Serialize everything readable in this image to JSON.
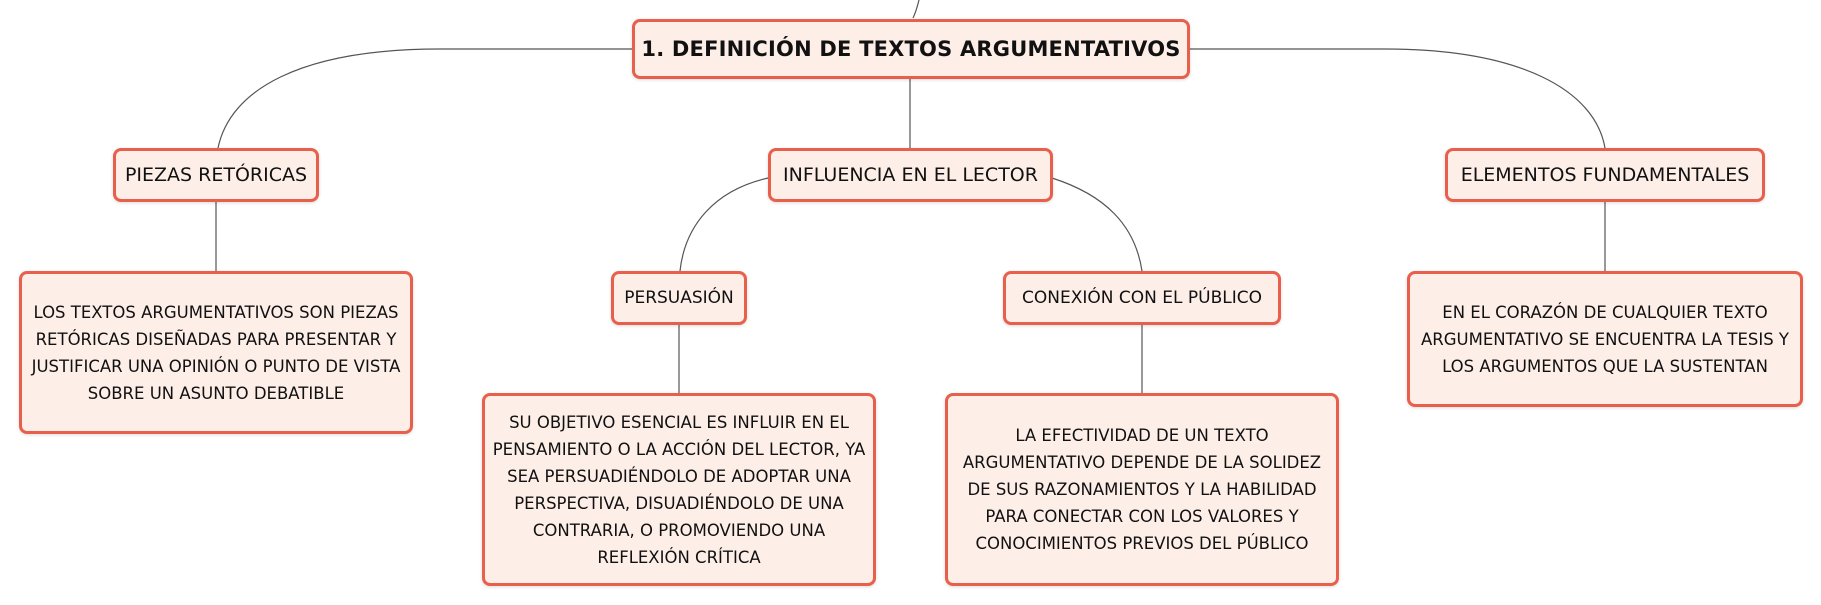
{
  "diagram": {
    "root": {
      "label": "1. DEFINICIÓN DE TEXTOS ARGUMENTATIVOS"
    },
    "branches": [
      {
        "label": "PIEZAS RETÓRICAS",
        "detail": "LOS TEXTOS ARGUMENTATIVOS SON PIEZAS RETÓRICAS DISEÑADAS PARA PRESENTAR Y JUSTIFICAR UNA OPINIÓN O PUNTO DE VISTA SOBRE UN ASUNTO DEBATIBLE"
      },
      {
        "label": "INFLUENCIA EN EL LECTOR",
        "children": [
          {
            "label": "PERSUASIÓN",
            "detail": "SU OBJETIVO ESENCIAL ES INFLUIR EN EL PENSAMIENTO O LA ACCIÓN DEL LECTOR, YA SEA PERSUADIÉNDOLO DE ADOPTAR UNA PERSPECTIVA, DISUADIÉNDOLO DE UNA CONTRARIA, O PROMOVIENDO UNA REFLEXIÓN CRÍTICA"
          },
          {
            "label": "CONEXIÓN CON EL PÚBLICO",
            "detail": "LA EFECTIVIDAD DE UN TEXTO ARGUMENTATIVO DEPENDE DE LA SOLIDEZ DE SUS RAZONAMIENTOS Y LA HABILIDAD PARA CONECTAR CON LOS VALORES Y CONOCIMIENTOS PREVIOS DEL PÚBLICO"
          }
        ]
      },
      {
        "label": "ELEMENTOS FUNDAMENTALES",
        "detail": "EN EL CORAZÓN DE CUALQUIER TEXTO ARGUMENTATIVO SE ENCUENTRA LA TESIS Y LOS ARGUMENTOS QUE LA SUSTENTAN"
      }
    ]
  },
  "colors": {
    "node_border": "#e8604c",
    "node_fill": "#fdeee8",
    "connector": "#555555"
  }
}
